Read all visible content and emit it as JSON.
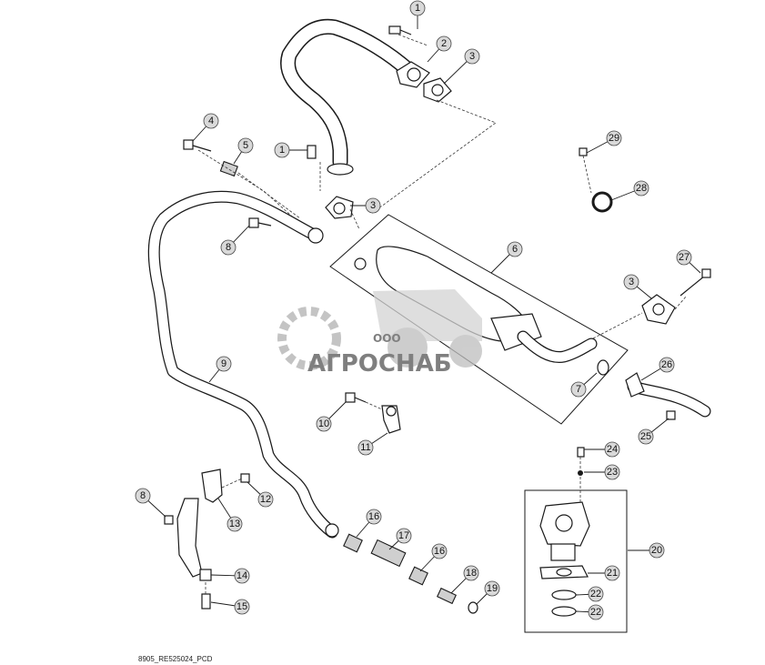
{
  "diagram": {
    "footer_code": "8905_RE525024_PCD",
    "watermark": {
      "company_prefix": "ООО",
      "company_name": "АГРОСНАБ",
      "color_gear": "#b0b0b0",
      "color_text": "#555555"
    },
    "callouts": [
      {
        "id": "c1a",
        "label": "1"
      },
      {
        "id": "c2",
        "label": "2"
      },
      {
        "id": "c3a",
        "label": "3"
      },
      {
        "id": "c4",
        "label": "4"
      },
      {
        "id": "c5",
        "label": "5"
      },
      {
        "id": "c1b",
        "label": "1"
      },
      {
        "id": "c3b",
        "label": "3"
      },
      {
        "id": "c6",
        "label": "6"
      },
      {
        "id": "c8a",
        "label": "8"
      },
      {
        "id": "c29",
        "label": "29"
      },
      {
        "id": "c28",
        "label": "28"
      },
      {
        "id": "c27",
        "label": "27"
      },
      {
        "id": "c3c",
        "label": "3"
      },
      {
        "id": "c9",
        "label": "9"
      },
      {
        "id": "c26",
        "label": "26"
      },
      {
        "id": "c7",
        "label": "7"
      },
      {
        "id": "c25",
        "label": "25"
      },
      {
        "id": "c10",
        "label": "10"
      },
      {
        "id": "c11",
        "label": "11"
      },
      {
        "id": "c24",
        "label": "24"
      },
      {
        "id": "c23",
        "label": "23"
      },
      {
        "id": "c12",
        "label": "12"
      },
      {
        "id": "c8b",
        "label": "8"
      },
      {
        "id": "c13",
        "label": "13"
      },
      {
        "id": "c16a",
        "label": "16"
      },
      {
        "id": "c17",
        "label": "17"
      },
      {
        "id": "c16b",
        "label": "16"
      },
      {
        "id": "c20",
        "label": "20"
      },
      {
        "id": "c21",
        "label": "21"
      },
      {
        "id": "c18",
        "label": "18"
      },
      {
        "id": "c19",
        "label": "19"
      },
      {
        "id": "c14",
        "label": "14"
      },
      {
        "id": "c22a",
        "label": "22"
      },
      {
        "id": "c22b",
        "label": "22"
      },
      {
        "id": "c15",
        "label": "15"
      }
    ]
  }
}
